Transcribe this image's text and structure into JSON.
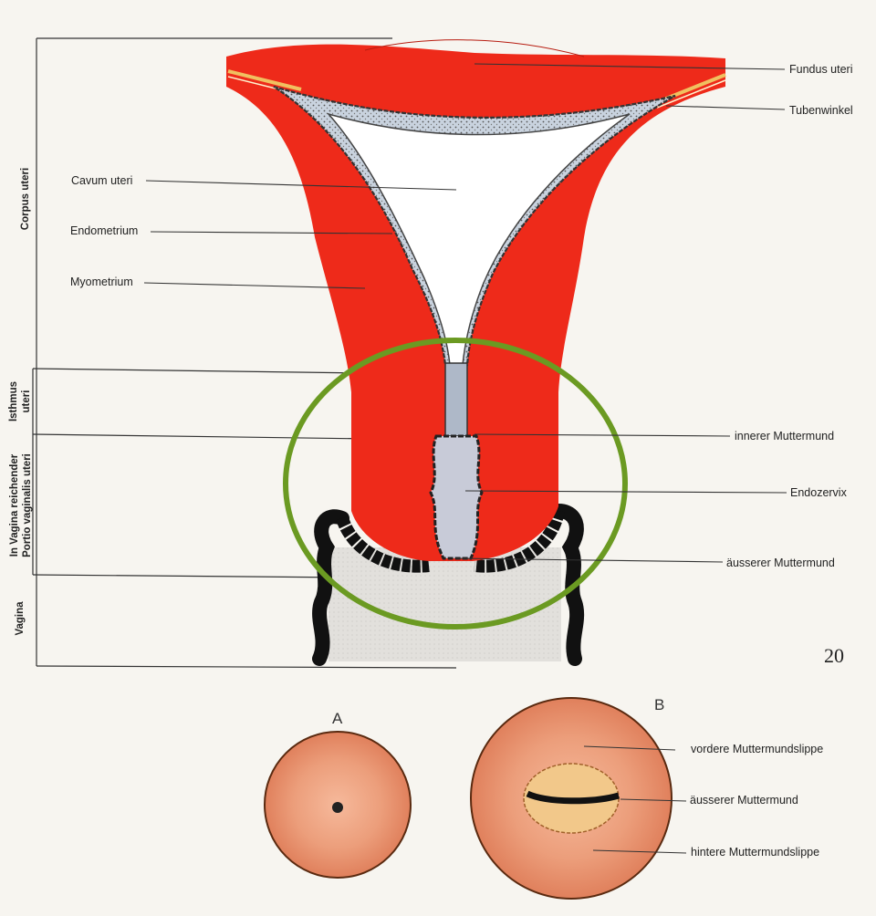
{
  "labels": {
    "fundus": "Fundus uteri",
    "tubenwinkel": "Tubenwinkel",
    "cavum": "Cavum uteri",
    "endometrium": "Endometrium",
    "myometrium": "Myometrium",
    "innerer": "innerer Muttermund",
    "endozervix": "Endozervix",
    "ausserer": "äusserer Muttermund"
  },
  "sections": {
    "corpus": "Corpus uteri",
    "isthmus_1": "Isthmus",
    "isthmus_2": "uteri",
    "portio_1": "In Vagina reichender",
    "portio_2": "Portio vaginalis uteri",
    "vagina": "Vagina"
  },
  "figure_number": "20",
  "insets": {
    "a_letter": "A",
    "b_letter": "B",
    "vordere": "vordere Muttermundslippe",
    "ausserer": "äusserer Muttermund",
    "hintere": "hintere Muttermundslippe"
  },
  "colors": {
    "myometrium": "#ee2a1a",
    "endometrium": "#c9d3df",
    "cavity": "#ffffff",
    "vagina_wall": "#111111",
    "vagina_lumen": "#e2e0dc",
    "highlight_circle": "#6b9a22",
    "inset_fill": "#e58e6a",
    "tube": "#f0c060"
  }
}
